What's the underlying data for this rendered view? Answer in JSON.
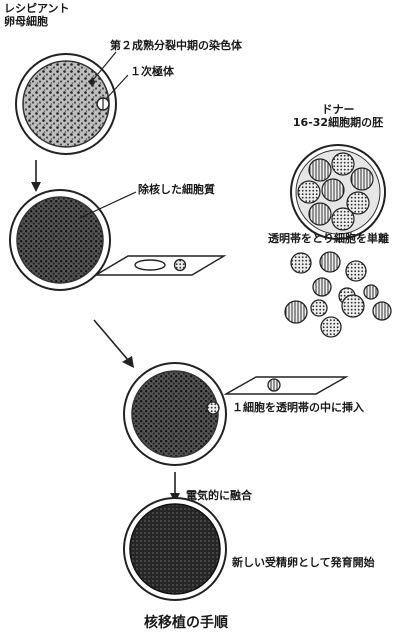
{
  "labels": {
    "recipient_line1": "レシピアント",
    "recipient_line2": "卵母細胞",
    "chromosome": "第２成熟分裂中期の染色体",
    "polar_body": "１次極体",
    "donor_line1": "ドナー",
    "donor_line2": "16-32細胞期の胚",
    "removed_cytoplasm": "除核した細胞質",
    "isolate_cells": "透明帯をとり細胞を単離",
    "insert_cell": "１細胞を透明帯の中に挿入",
    "electrofusion": "電気的に融合",
    "development": "新しい受精卵として発育開始",
    "title": "核移植の手順"
  }
}
